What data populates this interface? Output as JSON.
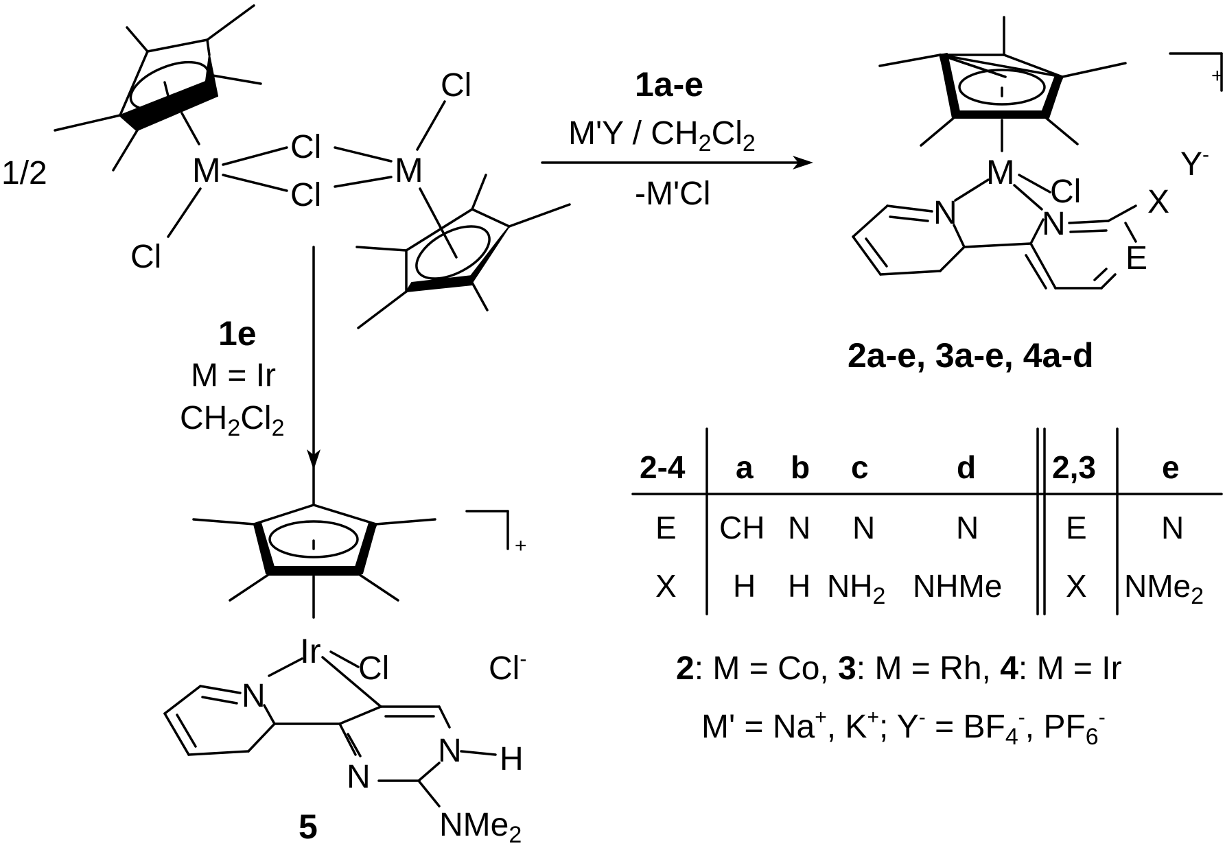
{
  "start": {
    "coefficient": "1/2",
    "metal_left": "M",
    "metal_right": "M",
    "bridge_cl_top": "Cl",
    "bridge_cl_bottom": "Cl",
    "terminal_cl_left": "Cl",
    "terminal_cl_right": "Cl"
  },
  "arrow_right": {
    "reagent": "1a-e",
    "conditions_main": "M'Y / CH",
    "conditions_sub1": "2",
    "conditions_cl": "Cl",
    "conditions_sub2": "2",
    "byproduct": "-M'Cl"
  },
  "arrow_down": {
    "reagent": "1e",
    "metal_line": "M = Ir",
    "solvent_main": "CH",
    "solvent_sub1": "2",
    "solvent_cl": "Cl",
    "solvent_sub2": "2"
  },
  "product_general": {
    "metal": "M",
    "cl": "Cl",
    "n_left": "N",
    "n_right": "N",
    "x": "X",
    "e": "E",
    "counter_ion": "Y",
    "counter_charge": "-",
    "charge": "+",
    "label": "2a-e, 3a-e, 4a-d"
  },
  "product_5": {
    "metal": "Ir",
    "cl": "Cl",
    "n_pyridine": "N",
    "n_ring_bottom": "N",
    "n_ring_nh": "N",
    "h": "H",
    "nme": "NMe",
    "nme_sub": "2",
    "charge": "+",
    "counter_ion": "Cl",
    "counter_charge": "-",
    "label": "5"
  },
  "table": {
    "header_left": "2-4",
    "columns_left": [
      "a",
      "b",
      "c",
      "d"
    ],
    "header_right": "2,3",
    "column_right": "e",
    "row_e": {
      "label": "E",
      "values": [
        "CH",
        "N",
        "N",
        "N"
      ],
      "label_right": "E",
      "value_right": "N"
    },
    "row_x": {
      "label": "X",
      "values": [
        "H",
        "H",
        "NH",
        "NHMe"
      ],
      "nh_sub": "2",
      "label_right": "X",
      "value_right": "NMe",
      "value_right_sub": "2"
    }
  },
  "legend": {
    "n2": "2",
    "t2": ": M = Co, ",
    "n3": "3",
    "t3": ": M = Rh, ",
    "n4": "4",
    "t4": ": M = Ir",
    "line2_a": "M' = Na",
    "sup_a": "+",
    "line2_b": ", K",
    "sup_b": "+",
    "line2_c": "; Y",
    "sup_c": "-",
    "line2_d": " = BF",
    "sub_d": "4",
    "sup_d": "-",
    "line2_e": ", PF",
    "sub_e": "6",
    "sup_e": "-"
  }
}
